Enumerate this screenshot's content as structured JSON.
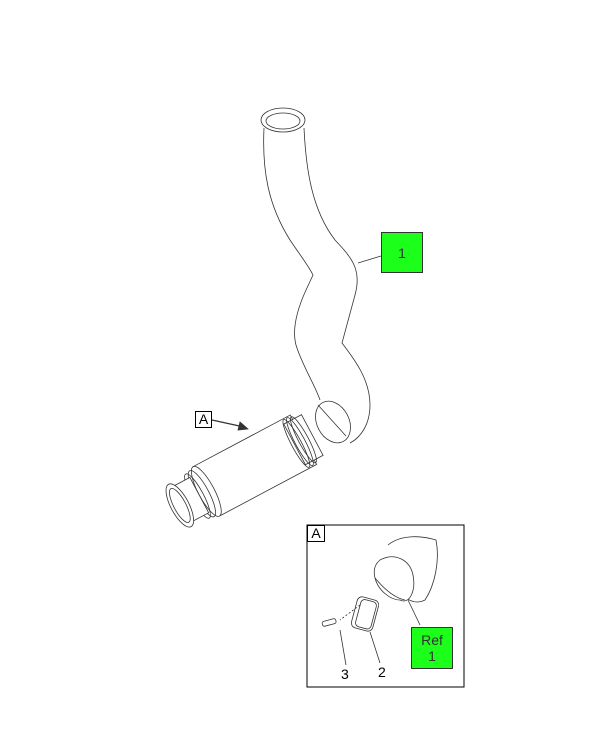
{
  "diagram": {
    "callouts": [
      {
        "id": "part-1",
        "text": "1"
      },
      {
        "id": "ref-1",
        "prefix": "Ref",
        "text": "1"
      }
    ],
    "view_labels": {
      "main": "A",
      "inset": "A"
    },
    "part_numbers": [
      "3",
      "2"
    ],
    "colors": {
      "callout_fill": "#1bff1b",
      "line": "#333333"
    }
  }
}
